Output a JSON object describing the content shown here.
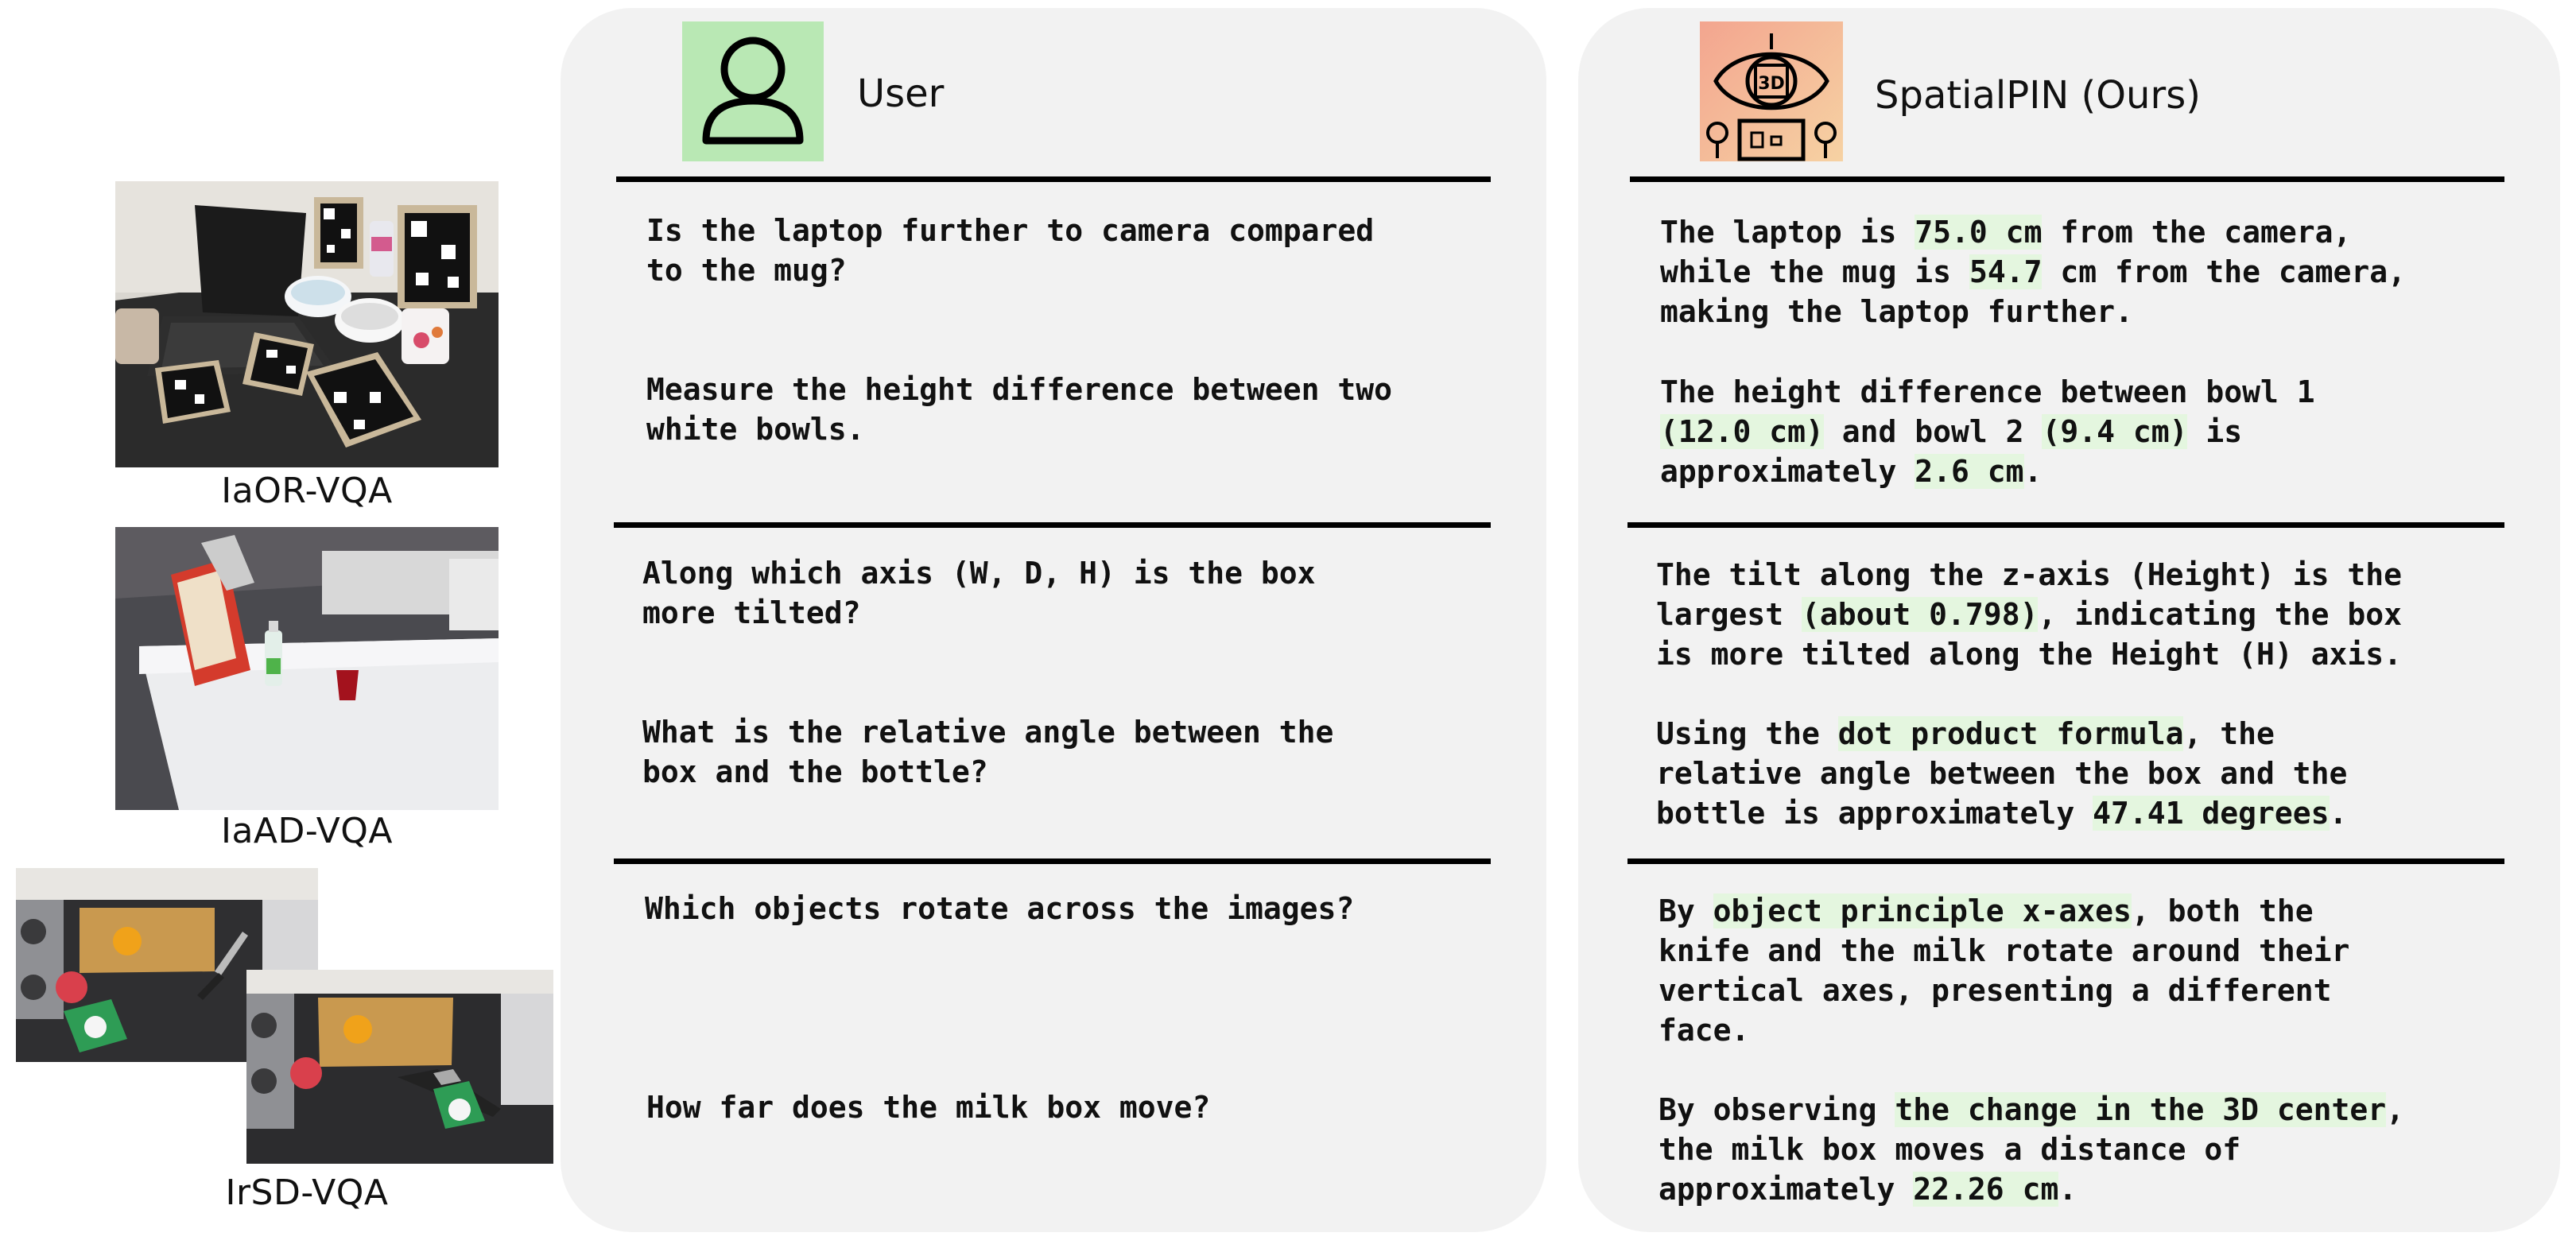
{
  "datasets": [
    {
      "label": "IaOR-VQA"
    },
    {
      "label": "IaAD-VQA"
    },
    {
      "label": "IrSD-VQA"
    }
  ],
  "user_panel": {
    "title": "User",
    "questions": [
      {
        "lines": [
          "Is the laptop further to camera compared",
          "to the mug?"
        ]
      },
      {
        "lines": [
          "Measure the height difference between two",
          "white bowls."
        ]
      },
      {
        "lines": [
          "Along which axis (W, D, H) is the box",
          "more tilted?"
        ]
      },
      {
        "lines": [
          "What is the relative angle between the",
          "box and the bottle?"
        ]
      },
      {
        "lines": [
          "Which objects rotate across the images?"
        ]
      },
      {
        "lines": [
          "How far does the milk box move?"
        ]
      }
    ]
  },
  "model_panel": {
    "title": "SpatialPIN (Ours)",
    "icon_text": "3D",
    "answers": [
      {
        "lines": [
          [
            {
              "t": "The laptop is "
            },
            {
              "t": "75.0 cm",
              "h": true
            },
            {
              "t": " from the camera,"
            }
          ],
          [
            {
              "t": "while the mug is "
            },
            {
              "t": "54.7",
              "h": true
            },
            {
              "t": " cm from the camera,"
            }
          ],
          [
            {
              "t": "making the laptop further."
            }
          ]
        ]
      },
      {
        "lines": [
          [
            {
              "t": "The height difference between bowl 1"
            }
          ],
          [
            {
              "t": "(12.0 cm)",
              "h": true
            },
            {
              "t": " and bowl 2 "
            },
            {
              "t": "(9.4 cm)",
              "h": true
            },
            {
              "t": " is"
            }
          ],
          [
            {
              "t": "approximately "
            },
            {
              "t": "2.6 cm",
              "h": true
            },
            {
              "t": "."
            }
          ]
        ]
      },
      {
        "lines": [
          [
            {
              "t": "The tilt along the z-axis (Height) is the"
            }
          ],
          [
            {
              "t": "largest "
            },
            {
              "t": "(about 0.798)",
              "h": true
            },
            {
              "t": ", indicating the box"
            }
          ],
          [
            {
              "t": "is more tilted along the Height (H) axis."
            }
          ]
        ]
      },
      {
        "lines": [
          [
            {
              "t": "Using the "
            },
            {
              "t": "dot product formula",
              "h": true
            },
            {
              "t": ", the"
            }
          ],
          [
            {
              "t": "relative angle between the box and the"
            }
          ],
          [
            {
              "t": "bottle is approximately "
            },
            {
              "t": "47.41 degrees",
              "h": true
            },
            {
              "t": "."
            }
          ]
        ]
      },
      {
        "lines": [
          [
            {
              "t": "By "
            },
            {
              "t": "object principle x-axes",
              "h": true
            },
            {
              "t": ", both the"
            }
          ],
          [
            {
              "t": "knife and the milk rotate around their"
            }
          ],
          [
            {
              "t": "vertical axes, presenting a different"
            }
          ],
          [
            {
              "t": "face."
            }
          ]
        ]
      },
      {
        "lines": [
          [
            {
              "t": "By observing "
            },
            {
              "t": "the change in the 3D center",
              "h": true
            },
            {
              "t": ","
            }
          ],
          [
            {
              "t": "the milk box moves a distance of"
            }
          ],
          [
            {
              "t": "approximately "
            },
            {
              "t": "22.26 cm",
              "h": true
            },
            {
              "t": "."
            }
          ]
        ]
      }
    ]
  },
  "colors": {
    "panel_bg": "#f2f2f2",
    "highlight": "#e4f6df",
    "user_icon_bg": "#b9e8b4",
    "model_icon_gradient_start": "#f3a58f",
    "model_icon_gradient_end": "#f6d2a3"
  }
}
